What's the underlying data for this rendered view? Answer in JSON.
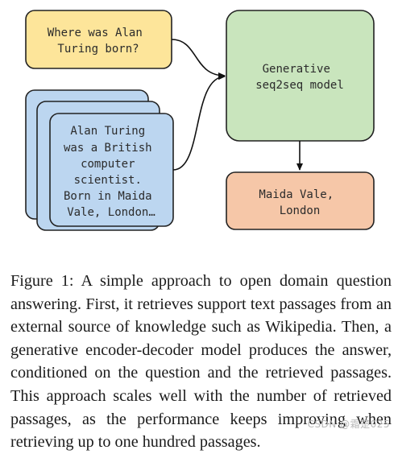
{
  "question_box": {
    "lines": [
      "Where was Alan",
      "Turing born?"
    ],
    "fill": "#fde59a",
    "stroke": "#222222"
  },
  "passage_box": {
    "lines": [
      "Alan Turing",
      "was a British",
      "computer",
      "scientist.",
      "Born in Maida",
      "Vale, London…"
    ],
    "fill": "#bcd6f0",
    "stroke": "#222222"
  },
  "model_box": {
    "lines": [
      "Generative",
      "seq2seq model"
    ],
    "fill": "#c9e5bd",
    "stroke": "#222222"
  },
  "answer_box": {
    "lines": [
      "Maida Vale,",
      "London"
    ],
    "fill": "#f6c7a8",
    "stroke": "#222222"
  },
  "caption": {
    "label": "Figure 1:",
    "text": "A simple approach to open domain question answering. First, it retrieves support text passages from an external source of knowledge such as Wikipedia. Then, a generative encoder-decoder model produces the answer, conditioned on the question and the retrieved passages. This approach scales well with the number of retrieved passages, as the performance keeps improving when retrieving up to one hundred passages."
  },
  "watermark": "CSDN @霜楚025"
}
